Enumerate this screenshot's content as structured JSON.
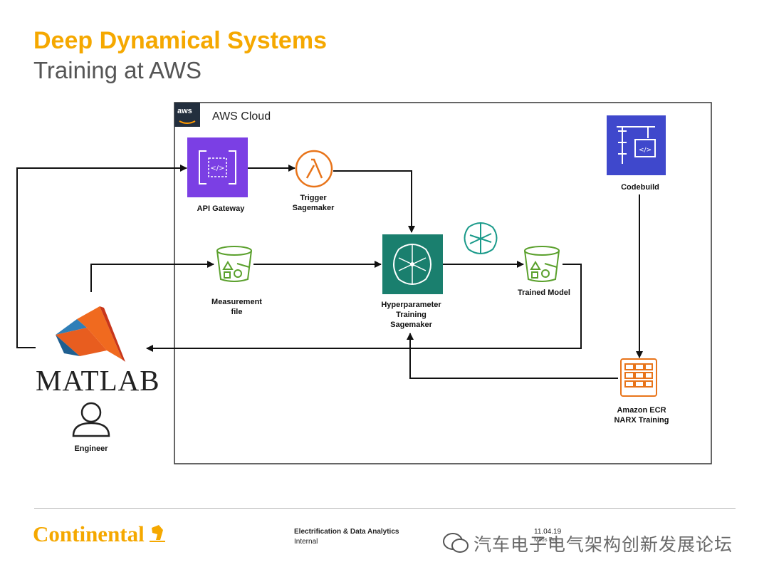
{
  "header": {
    "title": "Deep Dynamical Systems",
    "subtitle": "Training at AWS"
  },
  "cloud": {
    "badge": "aws",
    "label": "AWS Cloud"
  },
  "nodes": {
    "api_gateway": {
      "label": "API Gateway",
      "icon": "api-gateway-icon",
      "color": "#7b3fe4"
    },
    "trigger": {
      "line1": "Trigger",
      "line2": "Sagemaker",
      "icon": "lambda-icon",
      "color": "#e8741a"
    },
    "measurement": {
      "line1": "Measurement",
      "line2": "file",
      "icon": "s3-bucket-icon",
      "color": "#5aa02c"
    },
    "hyper": {
      "line1": "Hyperparameter",
      "line2": "Training",
      "line3": "Sagemaker",
      "icon": "sagemaker-icon",
      "color": "#1a7f6e"
    },
    "trained": {
      "label": "Trained Model",
      "icon": "s3-bucket-icon",
      "color": "#5aa02c"
    },
    "codebuild": {
      "label": "Codebuild",
      "icon": "codebuild-icon",
      "color": "#3f48cc"
    },
    "ecr": {
      "line1": "Amazon ECR",
      "line2": "NARX Training",
      "icon": "ecr-icon",
      "color": "#e8741a"
    },
    "matlab": {
      "label": "MATLAB",
      "icon": "matlab-logo"
    },
    "engineer": {
      "label": "Engineer",
      "icon": "user-icon"
    }
  },
  "footer": {
    "department": "Electrification & Data Analytics",
    "classification": "Internal",
    "date": "11.04.19",
    "sub": "Milos Bu...",
    "brand": "Continental",
    "brand_color": "#f5a800",
    "watermark": "汽车电子电气架构创新发展论坛"
  }
}
